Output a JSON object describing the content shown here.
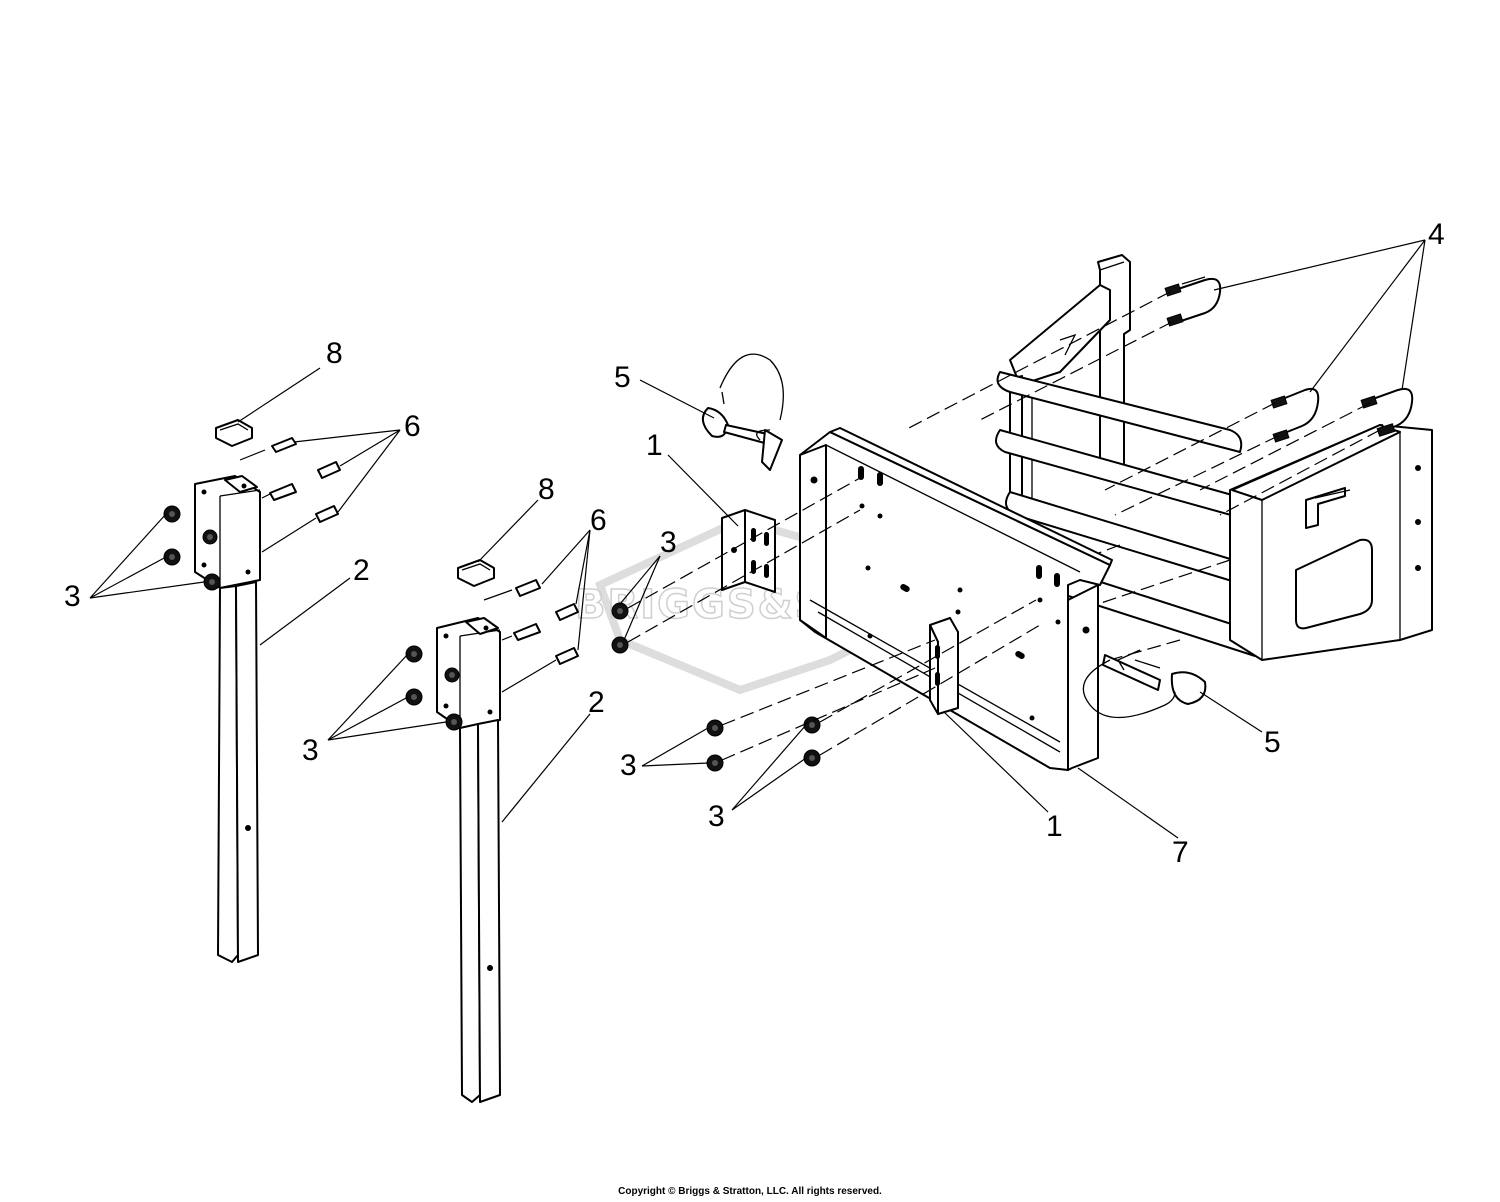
{
  "watermark": {
    "text": "BRIGGS&STRATTON"
  },
  "copyright": "Copyright © Briggs & Stratton, LLC. All rights reserved.",
  "callouts": {
    "c1a": "1",
    "c1b": "1",
    "c2a": "2",
    "c2b": "2",
    "c3a": "3",
    "c3b": "3",
    "c3c": "3",
    "c3d": "3",
    "c3e": "3",
    "c4": "4",
    "c5a": "5",
    "c5b": "5",
    "c6a": "6",
    "c6b": "6",
    "c7": "7",
    "c8a": "8",
    "c8b": "8"
  }
}
